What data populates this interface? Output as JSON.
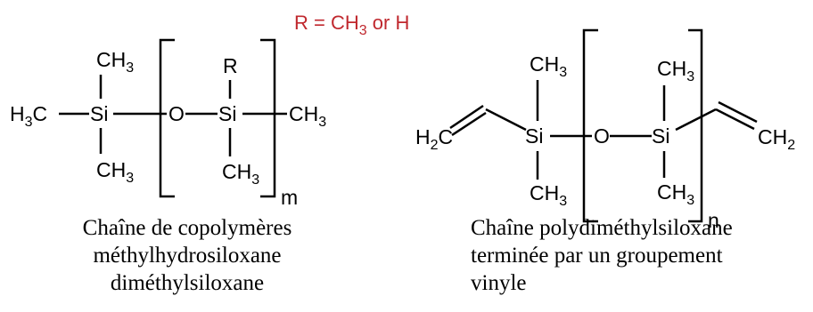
{
  "note": {
    "label": "R = CH",
    "sub": "3",
    "suffix": " or H",
    "color": "#c0282e"
  },
  "left": {
    "ch3_top": "CH",
    "ch3_top_sub": "3",
    "h3c_h": "H",
    "h3c_sub": "3",
    "h3c_c": "C",
    "si1": "Si",
    "ch3_bottom": "CH",
    "ch3_bottom_sub": "3",
    "o": "O",
    "r": "R",
    "si2": "Si",
    "ch3_inner_bottom": "CH",
    "ch3_inner_bottom_sub": "3",
    "ch3_right": "CH",
    "ch3_right_sub": "3",
    "repeat": "m",
    "caption": [
      "Chaîne de copolymères",
      "méthylhydrosiloxane",
      "diméthylsiloxane"
    ]
  },
  "right": {
    "h2c_h": "H",
    "h2c_sub": "2",
    "h2c_c": "C",
    "ch3_top1": "CH",
    "ch3_top1_sub": "3",
    "si1": "Si",
    "ch3_bottom1": "CH",
    "ch3_bottom1_sub": "3",
    "o": "O",
    "ch3_top2": "CH",
    "ch3_top2_sub": "3",
    "si2": "Si",
    "ch3_bottom2": "CH",
    "ch3_bottom2_sub": "3",
    "ch2": "CH",
    "ch2_sub": "2",
    "repeat": "n",
    "caption": [
      "Chaîne polydiméthylsiloxane",
      "terminée par un groupement",
      "vinyle"
    ]
  }
}
